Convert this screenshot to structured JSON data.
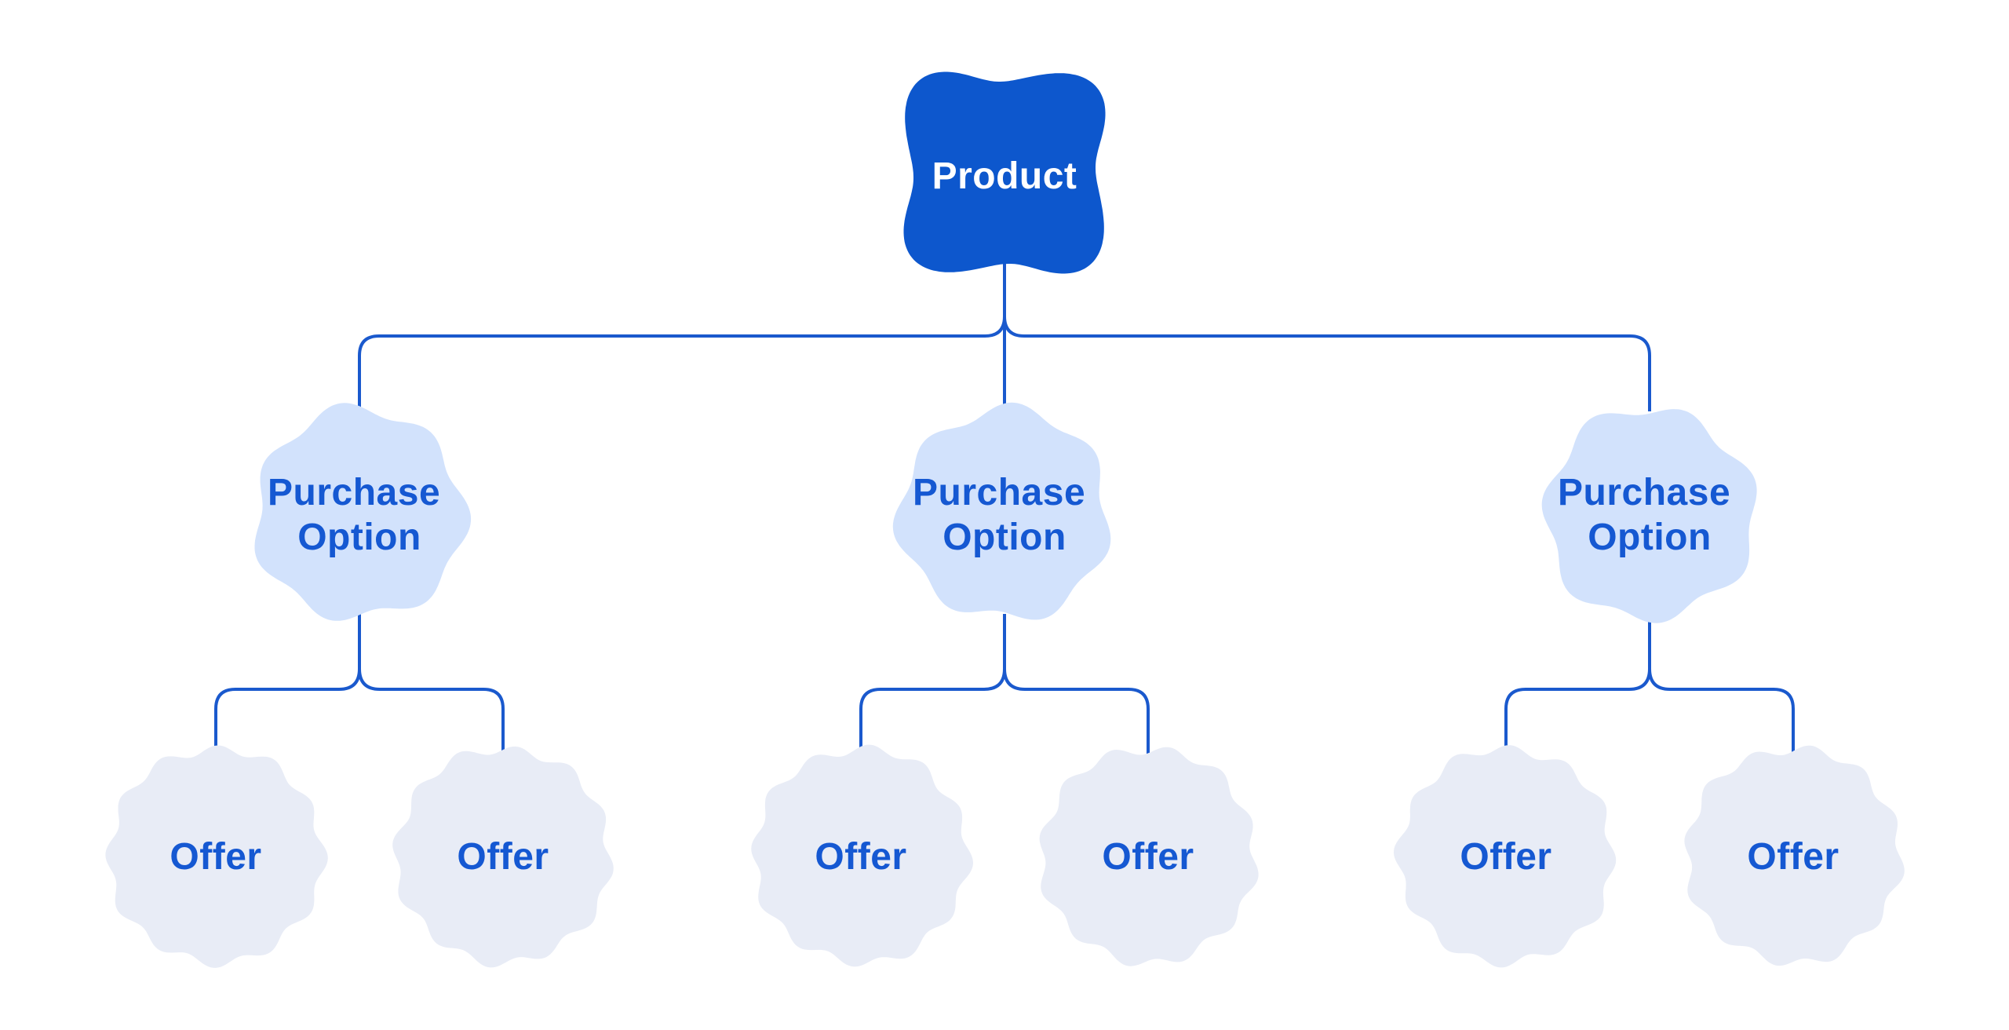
{
  "nodes": {
    "product": {
      "label": "Product"
    },
    "purchase_options": [
      {
        "lines": [
          "Purchase",
          "Option"
        ]
      },
      {
        "lines": [
          "Purchase",
          "Option"
        ]
      },
      {
        "lines": [
          "Purchase",
          "Option"
        ]
      }
    ],
    "offers": [
      {
        "label": "Offer"
      },
      {
        "label": "Offer"
      },
      {
        "label": "Offer"
      },
      {
        "label": "Offer"
      },
      {
        "label": "Offer"
      },
      {
        "label": "Offer"
      }
    ]
  },
  "colors": {
    "background": "#ffffff",
    "product_fill": "#0d57cd",
    "product_text": "#ffffff",
    "purchase_option_fill": "#d2e2fc",
    "offer_fill": "#e8ecf6",
    "label_text": "#1558d2",
    "line": "#1a59cd"
  }
}
